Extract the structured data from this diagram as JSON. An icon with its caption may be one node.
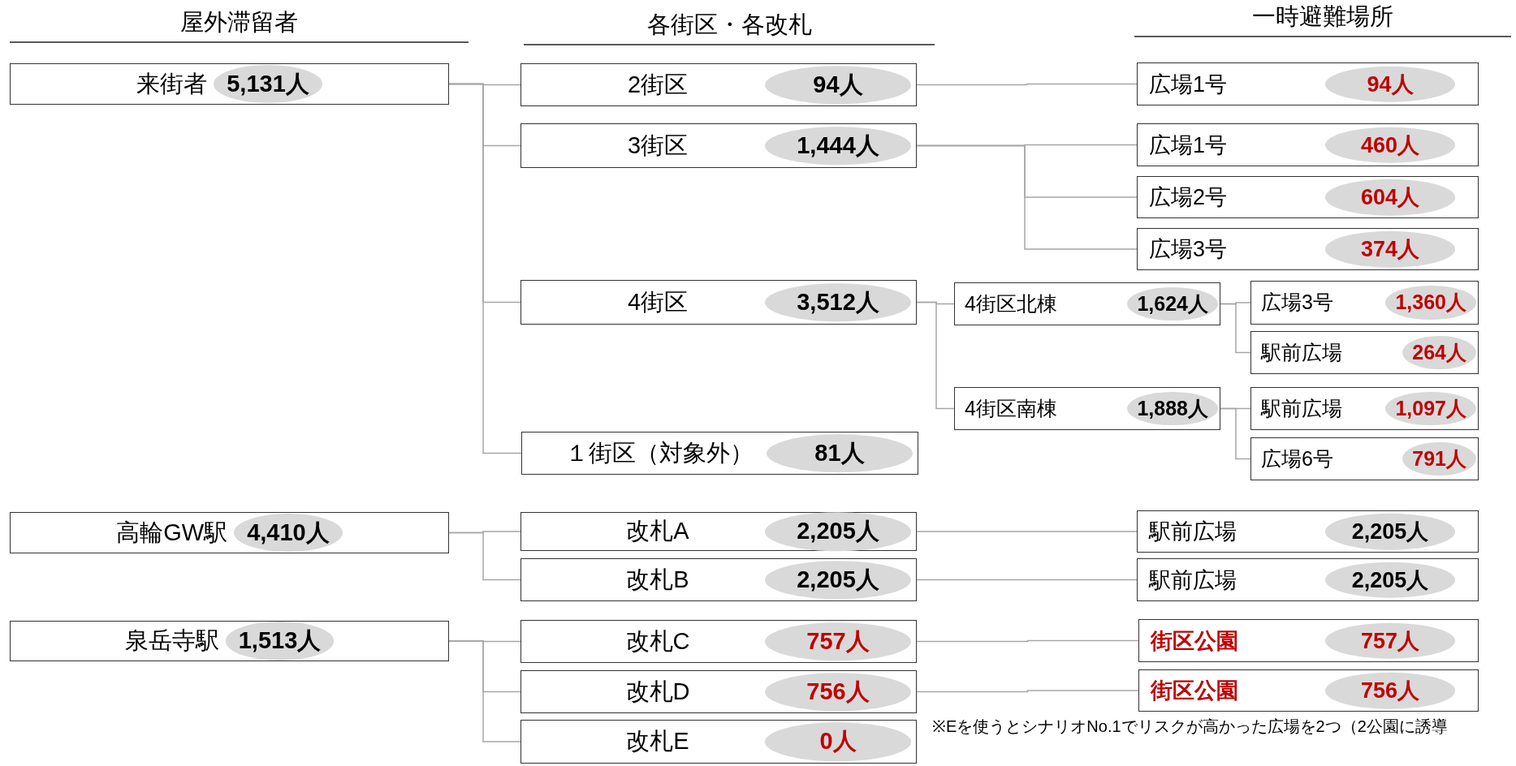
{
  "diagram": {
    "nodes": [
      {
        "text": [
          "来街者",
          "5,131人"
        ]
      },
      {
        "text": [
          "2街区",
          "94人"
        ]
      },
      {
        "text": [
          "広場1号",
          "94人"
        ]
      },
      {
        "text": [
          "3街区",
          "1,444人"
        ]
      },
      {
        "text": [
          "広場1号",
          "460人"
        ]
      },
      {
        "text": [
          "広場2号",
          "604人"
        ]
      },
      {
        "text": [
          "広場3号",
          "374人"
        ]
      },
      {
        "text": [
          "4街区",
          "3,512人"
        ]
      },
      {
        "text": [
          "4街区北棟",
          "1,624人"
        ]
      },
      {
        "text": [
          "広場3号",
          "1,360人"
        ]
      },
      {
        "text": [
          "駅前広場",
          "264人"
        ]
      },
      {
        "text": [
          "4街区南棟",
          "1,888人"
        ]
      },
      {
        "text": [
          "駅前広場",
          "1,097人"
        ]
      },
      {
        "text": [
          "広場6号",
          "791人"
        ]
      },
      {
        "text": [
          "１街区（対象外）",
          "81人"
        ]
      },
      {
        "text": [
          "高輪GW駅",
          "4,410人"
        ]
      },
      {
        "text": [
          "改札A",
          "2,205人"
        ]
      },
      {
        "text": [
          "駅前広場",
          "2,205人"
        ]
      },
      {
        "text": [
          "改札B",
          "2,205人"
        ]
      },
      {
        "text": [
          "駅前広場",
          "2,205人"
        ]
      },
      {
        "text": [
          "泉岳寺駅",
          "1,513人"
        ]
      },
      {
        "text": [
          "改札C",
          "757人"
        ]
      },
      {
        "text": [
          "街区公園",
          "757人"
        ]
      },
      {
        "text": [
          "改札D",
          "756人"
        ]
      },
      {
        "text": [
          "街区公園",
          "756人"
        ]
      },
      {
        "text": [
          "改札E",
          "0人"
        ]
      }
    ],
    "edges": [
      {
        "from": 0,
        "to": 1,
        "arrow": "none"
      },
      {
        "from": 0,
        "to": 3,
        "arrow": "none"
      },
      {
        "from": 0,
        "to": 7,
        "arrow": "none"
      },
      {
        "from": 0,
        "to": 14,
        "arrow": "none"
      },
      {
        "from": 1,
        "to": 2,
        "arrow": "none"
      },
      {
        "from": 3,
        "to": 4,
        "arrow": "none"
      },
      {
        "from": 3,
        "to": 5,
        "arrow": "none"
      },
      {
        "from": 3,
        "to": 6,
        "arrow": "none"
      },
      {
        "from": 7,
        "to": 8,
        "arrow": "none"
      },
      {
        "from": 7,
        "to": 11,
        "arrow": "none"
      },
      {
        "from": 8,
        "to": 9,
        "arrow": "none"
      },
      {
        "from": 8,
        "to": 10,
        "arrow": "none"
      },
      {
        "from": 11,
        "to": 12,
        "arrow": "none"
      },
      {
        "from": 11,
        "to": 13,
        "arrow": "none"
      },
      {
        "from": 15,
        "to": 16,
        "arrow": "none"
      },
      {
        "from": 15,
        "to": 18,
        "arrow": "none"
      },
      {
        "from": 16,
        "to": 17,
        "arrow": "none"
      },
      {
        "from": 18,
        "to": 19,
        "arrow": "none"
      },
      {
        "from": 20,
        "to": 21,
        "arrow": "none"
      },
      {
        "from": 20,
        "to": 23,
        "arrow": "none"
      },
      {
        "from": 20,
        "to": 25,
        "arrow": "none"
      },
      {
        "from": 21,
        "to": 22,
        "arrow": "none"
      },
      {
        "from": 23,
        "to": 24,
        "arrow": "none"
      }
    ],
    "labels": [
      "屋外滞留者",
      "各街区・各改札",
      "一時避難場所",
      "※Eを使うとシナリオNo.1でリスクが高かった広場を2つ（2公園に誘導"
    ]
  }
}
